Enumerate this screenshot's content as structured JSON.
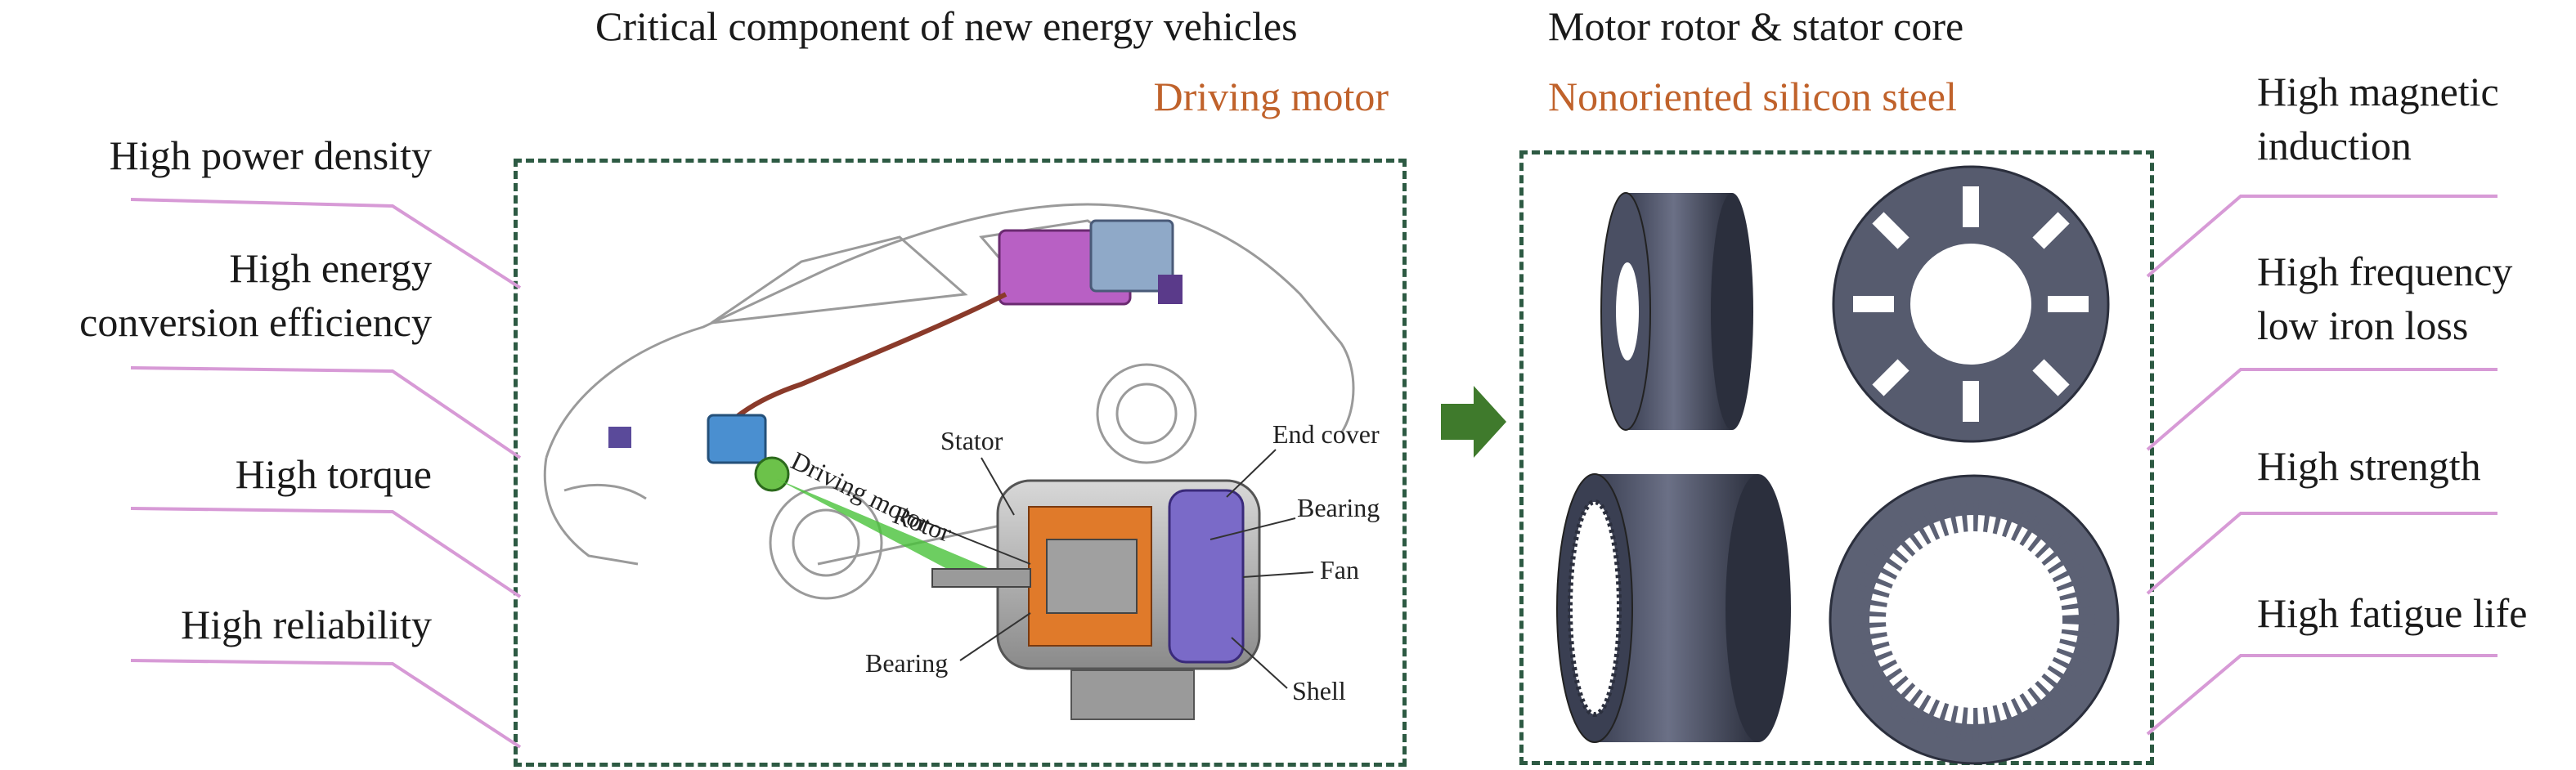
{
  "left": {
    "header": "Critical component of  new energy vehicles",
    "subheader": "Driving motor",
    "features": [
      "High power density",
      [
        "High energy",
        "conversion efficiency"
      ],
      "High torque",
      "High reliability"
    ],
    "parts": {
      "stator": "Stator",
      "driving_motor": "Driving motor",
      "rotor": "Rotor",
      "end_cover": "End cover",
      "bearing_top": "Bearing",
      "fan": "Fan",
      "bearing_bottom": "Bearing",
      "shell": "Shell"
    }
  },
  "right": {
    "header": "Motor rotor & stator core",
    "subheader": "Nonoriented silicon steel",
    "features": [
      [
        "High magnetic",
        "induction"
      ],
      [
        "High frequency",
        "low iron loss"
      ],
      "High strength",
      "High fatigue life"
    ]
  },
  "colors": {
    "accent_orange": "#c0622b",
    "box_border": "#2d5a43",
    "connector": "#d79ad6",
    "arrow": "#3f7a2c"
  }
}
